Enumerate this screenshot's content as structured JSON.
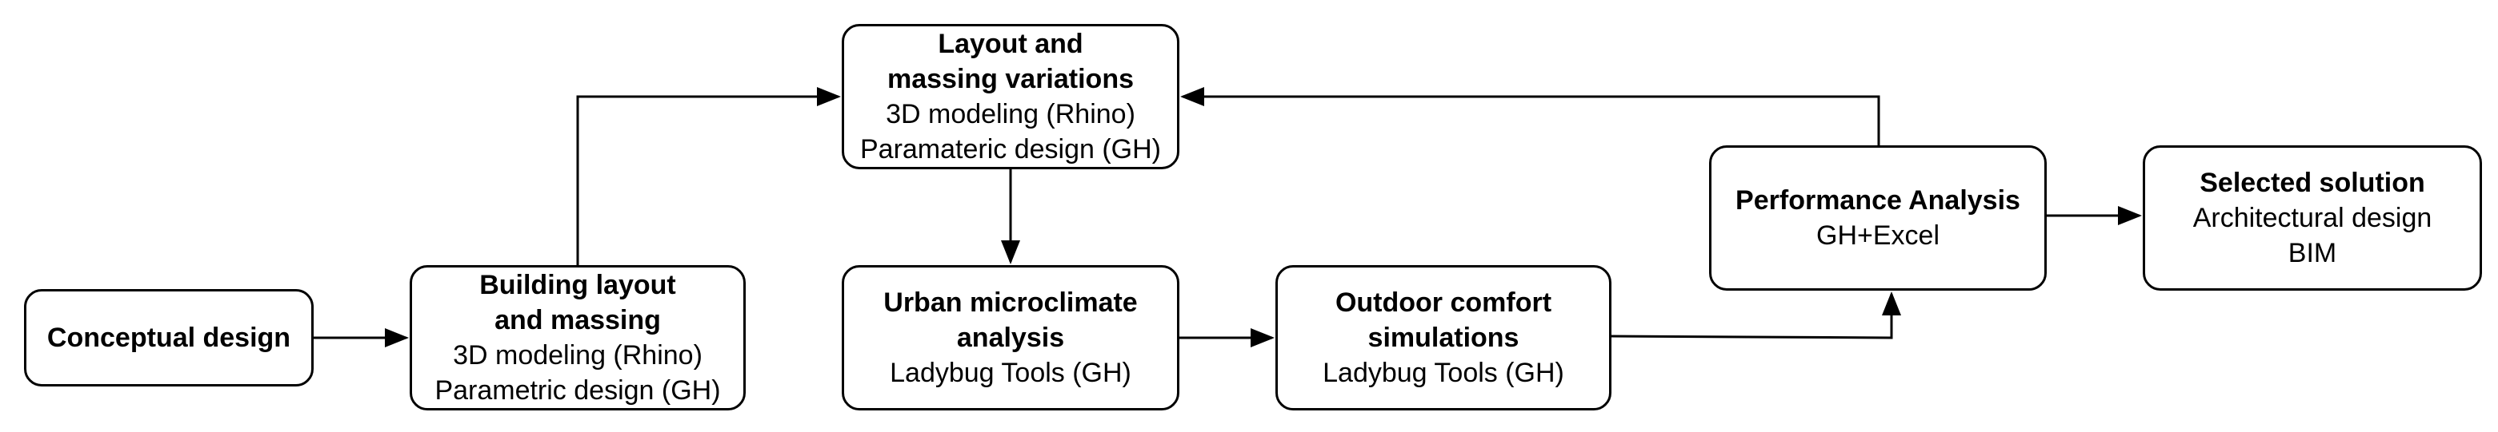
{
  "nodes": {
    "conceptual": {
      "title": "Conceptual design"
    },
    "building": {
      "title_line1": "Building layout",
      "title_line2": "and massing",
      "sub1": "3D modeling (Rhino)",
      "sub2": "Parametric design (GH)"
    },
    "layout": {
      "title_line1": "Layout and",
      "title_line2": "massing variations",
      "sub1": "3D modeling (Rhino)",
      "sub2": "Paramateric design (GH)"
    },
    "urban": {
      "title_line1": "Urban microclimate",
      "title_line2": "analysis",
      "sub1": "Ladybug Tools (GH)"
    },
    "outdoor": {
      "title_line1": "Outdoor comfort",
      "title_line2": "simulations",
      "sub1": "Ladybug Tools (GH)"
    },
    "performance": {
      "title": "Performance Analysis",
      "sub1": "GH+Excel"
    },
    "selected": {
      "title": "Selected solution",
      "sub1": "Architectural design",
      "sub2": "BIM"
    }
  },
  "edges": [
    {
      "from": "conceptual",
      "to": "building"
    },
    {
      "from": "building",
      "to": "layout"
    },
    {
      "from": "layout",
      "to": "urban"
    },
    {
      "from": "urban",
      "to": "outdoor"
    },
    {
      "from": "outdoor",
      "to": "performance"
    },
    {
      "from": "performance",
      "to": "layout"
    },
    {
      "from": "performance",
      "to": "selected"
    }
  ],
  "colors": {
    "stroke": "#000000",
    "fill": "#ffffff",
    "text": "#000000"
  }
}
